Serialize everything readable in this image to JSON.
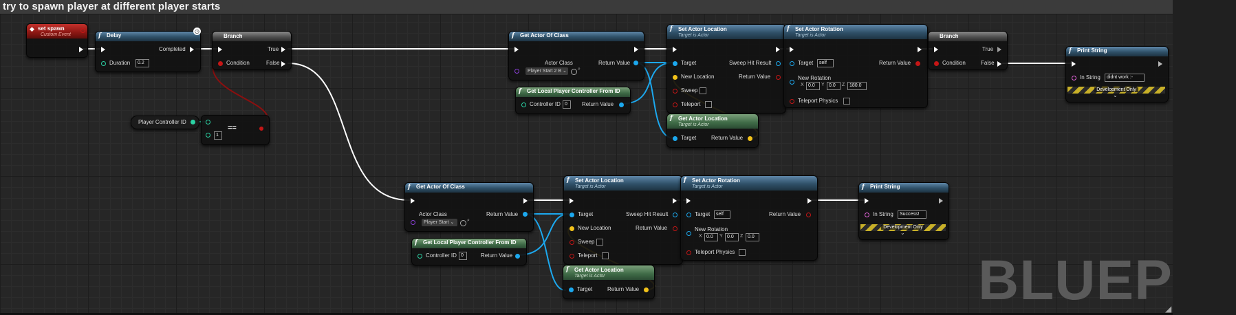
{
  "graph": {
    "title": "try to spawn player at different player starts",
    "watermark": "BLUEPRINT",
    "resize_glyph": "◢"
  },
  "colors": {
    "exec_wire": "#ffffff",
    "object_wire": "#1ca8ee",
    "vector_wire": "#f2c21a",
    "bool_wire": "#8b0f0f",
    "int_wire": "#2bd2a4"
  },
  "icons": {
    "function": "f",
    "event": "◆",
    "clock": "◷",
    "chevron": "⌄",
    "magnifier": "⌕"
  },
  "event_node": {
    "title": "set spawn",
    "subtitle": "Custom Event"
  },
  "delay_node": {
    "title": "Delay",
    "completed": "Completed",
    "duration_label": "Duration",
    "duration_value": "0.2"
  },
  "branch1": {
    "title": "Branch",
    "true_label": "True",
    "condition": "Condition",
    "false_label": "False"
  },
  "branch2": {
    "title": "Branch",
    "true_label": "True",
    "condition": "Condition",
    "false_label": "False"
  },
  "player_controller_var": {
    "label": "Player Controller ID"
  },
  "equals_node": {
    "symbol": "==",
    "value": "1"
  },
  "getclass_top": {
    "title": "Get Actor Of Class",
    "actor_class": "Actor Class",
    "return_value": "Return Value",
    "class_value": "Player Start 2 B"
  },
  "getclass_bottom": {
    "title": "Get Actor Of Class",
    "actor_class": "Actor Class",
    "return_value": "Return Value",
    "class_value": "Player Start"
  },
  "getlocal_top": {
    "title": "Get Local Player Controller From ID",
    "controller_id": "Controller ID",
    "value": "0",
    "return_value": "Return Value"
  },
  "getlocal_bottom": {
    "title": "Get Local Player Controller From ID",
    "controller_id": "Controller ID",
    "value": "0",
    "return_value": "Return Value"
  },
  "setloc_top": {
    "title": "Set Actor Location",
    "subtitle": "Target is Actor",
    "target": "Target",
    "sweep_hit": "Sweep Hit Result",
    "new_location": "New Location",
    "return_value": "Return Value",
    "sweep": "Sweep",
    "teleport": "Teleport"
  },
  "setloc_bottom": {
    "title": "Set Actor Location",
    "subtitle": "Target is Actor",
    "target": "Target",
    "sweep_hit": "Sweep Hit Result",
    "new_location": "New Location",
    "return_value": "Return Value",
    "sweep": "Sweep",
    "teleport": "Teleport"
  },
  "setrot_top": {
    "title": "Set Actor Rotation",
    "subtitle": "Target is Actor",
    "target": "Target",
    "self": "self",
    "return_value": "Return Value",
    "new_rotation": "New Rotation",
    "x": "0.0",
    "y": "0.0",
    "z": "180.0",
    "teleport_physics": "Teleport Physics"
  },
  "setrot_bottom": {
    "title": "Set Actor Rotation",
    "subtitle": "Target is Actor",
    "target": "Target",
    "self": "self",
    "return_value": "Return Value",
    "new_rotation": "New Rotation",
    "x": "0.0",
    "y": "0.0",
    "z": "0.0",
    "teleport_physics": "Teleport Physics"
  },
  "getloc_top": {
    "title": "Get Actor Location",
    "subtitle": "Target is Actor",
    "target": "Target",
    "return_value": "Return Value"
  },
  "getloc_bottom": {
    "title": "Get Actor Location",
    "subtitle": "Target is Actor",
    "target": "Target",
    "return_value": "Return Value"
  },
  "print_top": {
    "title": "Print String",
    "in_string": "In String",
    "value": "didnt work :-",
    "dev_only": "Development Only"
  },
  "print_bottom": {
    "title": "Print String",
    "in_string": "In String",
    "value": "Success!",
    "dev_only": "Development Only"
  },
  "axis": {
    "x": "X",
    "y": "Y",
    "z": "Z"
  }
}
